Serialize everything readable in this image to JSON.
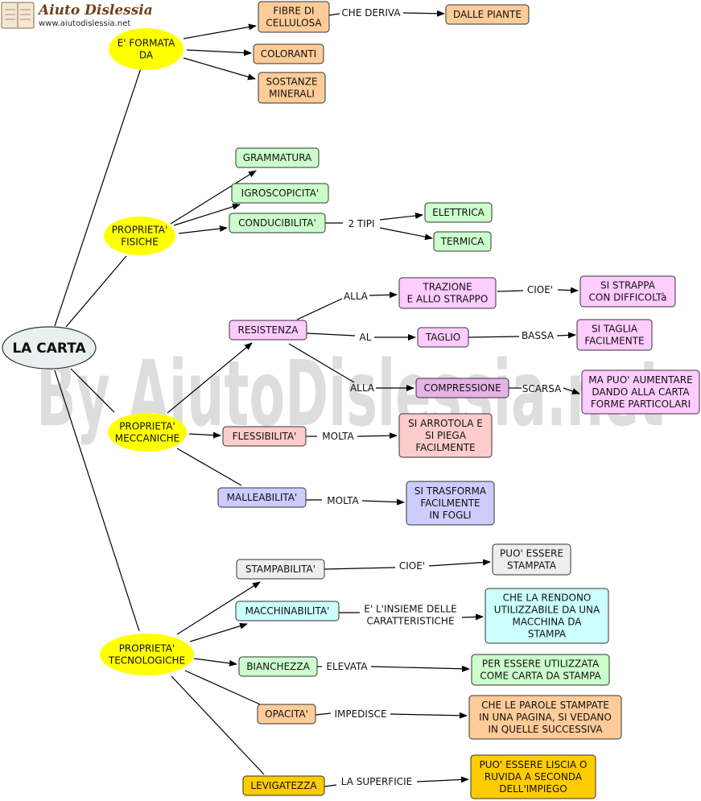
{
  "logo": {
    "title": "Aiuto Dislessia",
    "url": "www.aiutodislessia.net"
  },
  "watermark": "By AiutoDislessia.net",
  "root": {
    "label": "LA CARTA"
  },
  "categories": {
    "formata": {
      "lines": [
        "E' FORMATA",
        "DA"
      ]
    },
    "fisiche": {
      "lines": [
        "PROPRIETA'",
        "FISICHE"
      ]
    },
    "meccaniche": {
      "lines": [
        "PROPRIETA'",
        "MECCANICHE"
      ]
    },
    "tecnologiche": {
      "lines": [
        "PROPRIETA'",
        "TECNOLOGICHE"
      ]
    }
  },
  "nodes": {
    "fibre": {
      "lines": [
        "FIBRE DI",
        "CELLULOSA"
      ]
    },
    "piante": {
      "lines": [
        "DALLE PIANTE"
      ]
    },
    "coloranti": {
      "lines": [
        "COLORANTI"
      ]
    },
    "sostanze": {
      "lines": [
        "SOSTANZE",
        "MINERALI"
      ]
    },
    "grammatura": {
      "lines": [
        "GRAMMATURA"
      ]
    },
    "igroscopicita": {
      "lines": [
        "IGROSCOPICITA'"
      ]
    },
    "conducibilita": {
      "lines": [
        "CONDUCIBILITA'"
      ]
    },
    "elettrica": {
      "lines": [
        "ELETTRICA"
      ]
    },
    "termica": {
      "lines": [
        "TERMICA"
      ]
    },
    "resistenza": {
      "lines": [
        "RESISTENZA"
      ]
    },
    "trazione": {
      "lines": [
        "TRAZIONE",
        "E ALLO STRAPPO"
      ]
    },
    "strappa": {
      "lines": [
        "SI STRAPPA",
        "CON DIFFICOLTà"
      ]
    },
    "taglio": {
      "lines": [
        "TAGLIO"
      ]
    },
    "taglia": {
      "lines": [
        "SI TAGLIA",
        "FACILMENTE"
      ]
    },
    "compressione": {
      "lines": [
        "COMPRESSIONE"
      ]
    },
    "aumentare": {
      "lines": [
        "MA PUO' AUMENTARE",
        "DANDO ALLA CARTA",
        "FORME PARTICOLARI"
      ]
    },
    "flessibilita": {
      "lines": [
        "FLESSIBILITA'"
      ]
    },
    "arrotola": {
      "lines": [
        "SI ARROTOLA E",
        "SI PIEGA",
        "FACILMENTE"
      ]
    },
    "malleabilita": {
      "lines": [
        "MALLEABILITA'"
      ]
    },
    "trasforma": {
      "lines": [
        "SI TRASFORMA",
        "FACILMENTE",
        "IN FOGLI"
      ]
    },
    "stampabilita": {
      "lines": [
        "STAMPABILITA'"
      ]
    },
    "stampata": {
      "lines": [
        "PUO' ESSERE",
        "STAMPATA"
      ]
    },
    "macchinabilita": {
      "lines": [
        "MACCHINABILITA'"
      ]
    },
    "macchina": {
      "lines": [
        "CHE LA RENDONO",
        "UTILIZZABILE DA UNA",
        "MACCHINA DA",
        "STAMPA"
      ]
    },
    "bianchezza": {
      "lines": [
        "BIANCHEZZA"
      ]
    },
    "utilizzata": {
      "lines": [
        "PER ESSERE UTILIZZATA",
        "COME CARTA DA STAMPA"
      ]
    },
    "opacita": {
      "lines": [
        "OPACITA'"
      ]
    },
    "stampate": {
      "lines": [
        "CHE LE PAROLE STAMPATE",
        "IN UNA PAGINA, SI VEDANO",
        "IN QUELLE SUCCESSIVA"
      ]
    },
    "levigatezza": {
      "lines": [
        "LEVIGATEZZA"
      ]
    },
    "liscia": {
      "lines": [
        "PUO' ESSERE LISCIA O",
        "RUVIDA A SECONDA",
        "DELL'IMPIEGO"
      ]
    }
  },
  "link_labels": {
    "che_deriva": [
      "CHE DERIVA"
    ],
    "due_tipi": [
      "2 TIPI"
    ],
    "alla_1": [
      "ALLA"
    ],
    "cioe_1": [
      "CIOE'"
    ],
    "al": [
      "AL"
    ],
    "bassa": [
      "BASSA"
    ],
    "alla_2": [
      "ALLA"
    ],
    "scarsa": [
      "SCARSA"
    ],
    "molta_1": [
      "MOLTA"
    ],
    "molta_2": [
      "MOLTA"
    ],
    "cioe_2": [
      "CIOE'"
    ],
    "insieme": [
      "E' L'INSIEME DELLE",
      "CARATTERISTICHE"
    ],
    "elevata": [
      "ELEVATA"
    ],
    "impedisce": [
      "IMPEDISCE"
    ],
    "superficie": [
      "LA SUPERFICIE"
    ]
  },
  "colors": {
    "category_fill": "#ffff00",
    "root_fill": "#e8f0f0",
    "orange": "#ffcc99",
    "green": "#ccffcc",
    "pink": "#ffccff",
    "violet": "#e6b3e6",
    "salmon": "#ffcccc",
    "lavender": "#ccccff",
    "gray": "#eeeeee",
    "cyan": "#ccffff",
    "gold": "#ffcc00",
    "watermark": "#b5b5b5",
    "logo_text": "#6e3f1c"
  }
}
